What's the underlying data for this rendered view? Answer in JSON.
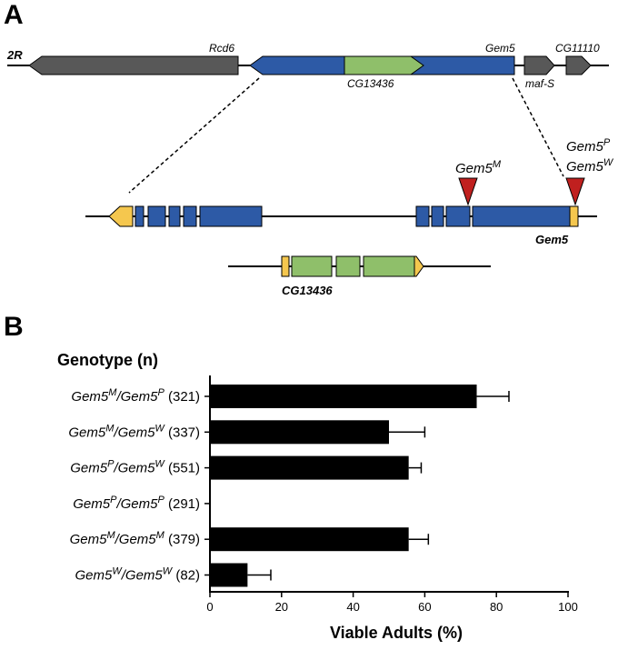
{
  "panel_a": {
    "label": "A",
    "chromosome": "2R",
    "gene_rcd6": "Rcd6",
    "gene_gem5": "Gem5",
    "gene_cg11110": "CG11110",
    "gene_cg13436": "CG13436",
    "gene_mafs": "maf-S",
    "zoom_gem5_label": "Gem5",
    "zoom_cg13436_label": "CG13436",
    "mut_m": {
      "base": "Gem5",
      "sup": "M"
    },
    "mut_p": {
      "base": "Gem5",
      "sup": "P"
    },
    "mut_w": {
      "base": "Gem5",
      "sup": "W"
    },
    "colors": {
      "neighbor_gene": "#585858",
      "gem5": "#2d5aa6",
      "cg13436": "#8fbf6a",
      "utr": "#f5c74e",
      "insertion": "#c0201f"
    }
  },
  "panel_b": {
    "label": "B",
    "genotype_header": "Genotype (n)"
  },
  "chart_data": {
    "type": "bar",
    "orientation": "horizontal",
    "categories": [
      {
        "a": "Gem5",
        "a_sup": "M",
        "b": "Gem5",
        "b_sup": "P",
        "n": "(321)"
      },
      {
        "a": "Gem5",
        "a_sup": "M",
        "b": "Gem5",
        "b_sup": "W",
        "n": "(337)"
      },
      {
        "a": "Gem5",
        "a_sup": "P",
        "b": "Gem5",
        "b_sup": "W",
        "n": "(551)"
      },
      {
        "a": "Gem5",
        "a_sup": "P",
        "b": "Gem5",
        "b_sup": "P",
        "n": "(291)"
      },
      {
        "a": "Gem5",
        "a_sup": "M",
        "b": "Gem5",
        "b_sup": "M",
        "n": "(379)"
      },
      {
        "a": "Gem5",
        "a_sup": "W",
        "b": "Gem5",
        "b_sup": "W",
        "n": "(82)"
      }
    ],
    "values": [
      74.5,
      50,
      55.5,
      0,
      55.5,
      10.5
    ],
    "errors": [
      9,
      10,
      3.5,
      0,
      5.5,
      6.5
    ],
    "xlabel": "Viable Adults (%)",
    "xlim": [
      0,
      100
    ],
    "xticks": [
      0,
      20,
      40,
      60,
      80,
      100
    ],
    "bar_color": "#000000",
    "grid": false
  }
}
